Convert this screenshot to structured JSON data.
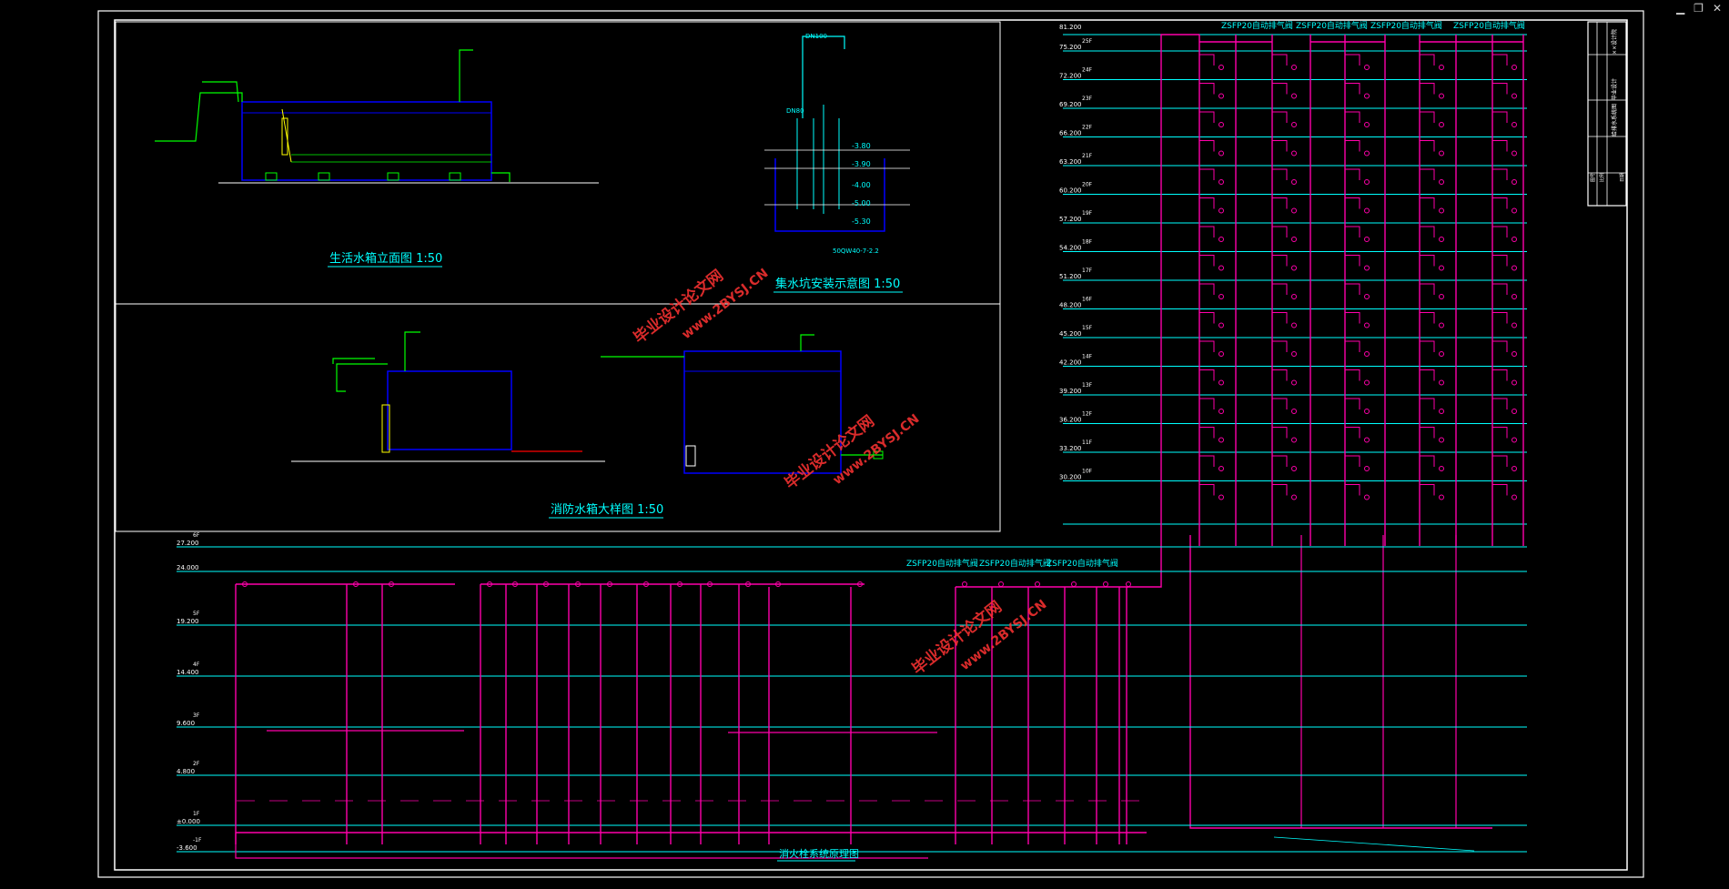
{
  "window": {
    "minimize_glyph": "▁",
    "restore_glyph": "❐",
    "close_glyph": "✕"
  },
  "titles": {
    "living_tank": "生活水箱立面图  1:50",
    "sump_pit": "集水坑安装示意图  1:50",
    "fire_tank": "消防水箱大样图  1:50",
    "system_diagram": "消火栓系统原理图"
  },
  "watermark": {
    "text_cn": "毕业设计论文网",
    "text_url": "www.2BYSJ.CN"
  },
  "sump_labels": {
    "pipe_top": "DN100",
    "pipe_mid": "DN80",
    "level1": "-3.80",
    "level2": "-3.90",
    "level3": "-4.00",
    "level4": "-5.00",
    "level5": "-5.30",
    "pump": "50QW40-7-2.2"
  },
  "tower_headers": [
    "ZSFP20自动排气阀",
    "ZSFP20自动排气阀",
    "ZSFP20自动排气阀",
    "ZSFP20自动排气阀"
  ],
  "podium_headers": [
    "ZSFP20自动排气阀",
    "ZSFP20自动排气阀",
    "ZSFP20自动排气阀"
  ],
  "tower_floors": [
    {
      "floor": "25F",
      "elev": "75.200"
    },
    {
      "floor": "24F",
      "elev": "72.200"
    },
    {
      "floor": "23F",
      "elev": "69.200"
    },
    {
      "floor": "22F",
      "elev": "66.200"
    },
    {
      "floor": "21F",
      "elev": "63.200"
    },
    {
      "floor": "20F",
      "elev": "60.200"
    },
    {
      "floor": "19F",
      "elev": "57.200"
    },
    {
      "floor": "18F",
      "elev": "54.200"
    },
    {
      "floor": "17F",
      "elev": "51.200"
    },
    {
      "floor": "16F",
      "elev": "48.200"
    },
    {
      "floor": "15F",
      "elev": "45.200"
    },
    {
      "floor": "14F",
      "elev": "42.200"
    },
    {
      "floor": "13F",
      "elev": "39.200"
    },
    {
      "floor": "12F",
      "elev": "36.200"
    },
    {
      "floor": "11F",
      "elev": "33.200"
    },
    {
      "floor": "10F",
      "elev": "30.200"
    }
  ],
  "tower_top_elev": "81.200",
  "podium_floors": [
    {
      "floor": "6F",
      "elev": "27.200"
    },
    {
      "floor": "",
      "elev": "24.000"
    },
    {
      "floor": "5F",
      "elev": "19.200"
    },
    {
      "floor": "4F",
      "elev": "14.400"
    },
    {
      "floor": "3F",
      "elev": "9.600"
    },
    {
      "floor": "2F",
      "elev": "4.800"
    },
    {
      "floor": "1F",
      "elev": "±0.000"
    },
    {
      "floor": "-1F",
      "elev": "-3.600"
    }
  ],
  "title_block": [
    "××设计院",
    "毕业设计",
    "给排水系统图",
    "图号",
    "比例",
    "日期"
  ]
}
